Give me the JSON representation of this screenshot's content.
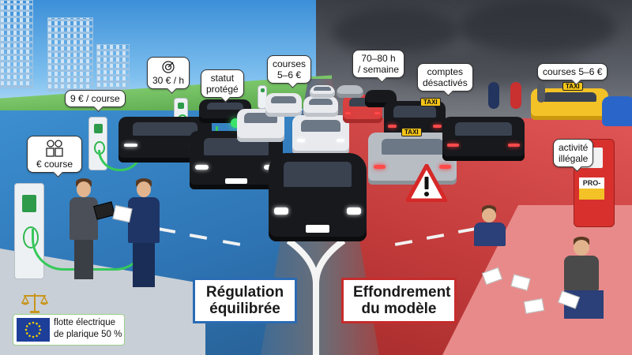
{
  "scene": {
    "left_side_theme": "Régulation équilibrée",
    "right_side_theme": "Effondrement du modèle",
    "colors": {
      "left_accent": "#2a6bb5",
      "right_accent": "#c62c2c",
      "charger_green": "#36c95a",
      "taxi_yellow": "#f3c227"
    }
  },
  "titles": {
    "left": "Régulation\néquilibrée",
    "left_line1": "Régulation",
    "left_line2": "équilibrée",
    "right_line1": "Effondrement",
    "right_line2": "du modèle"
  },
  "bubbles_left": [
    {
      "id": "course-price-group",
      "icon": "people-group-icon",
      "text": "€ course"
    },
    {
      "id": "course-price",
      "text": "9 € / course"
    },
    {
      "id": "hourly-rate",
      "icon": "target-check-icon",
      "text": "30 € / h"
    },
    {
      "id": "protected-status",
      "line1": "statut",
      "line2": "protégé"
    },
    {
      "id": "course-range-left",
      "line1": "courses",
      "line2": "5–6 €"
    }
  ],
  "bubbles_right": [
    {
      "id": "work-hours",
      "line1": "70–80 h",
      "line2": "/ semaine"
    },
    {
      "id": "deactivated-accounts",
      "line1": "comptes",
      "line2": "désactivés"
    },
    {
      "id": "course-range-right",
      "text": "courses 5–6 €"
    },
    {
      "id": "illegal-activity",
      "line1": "activité",
      "line2": "illégale"
    }
  ],
  "signs": {
    "taxi": "TAXI",
    "pump_brand": "PRO-",
    "warning": "!"
  },
  "eu_box": {
    "line1": "flotte électrique",
    "line2": "de plarique 50 %"
  }
}
